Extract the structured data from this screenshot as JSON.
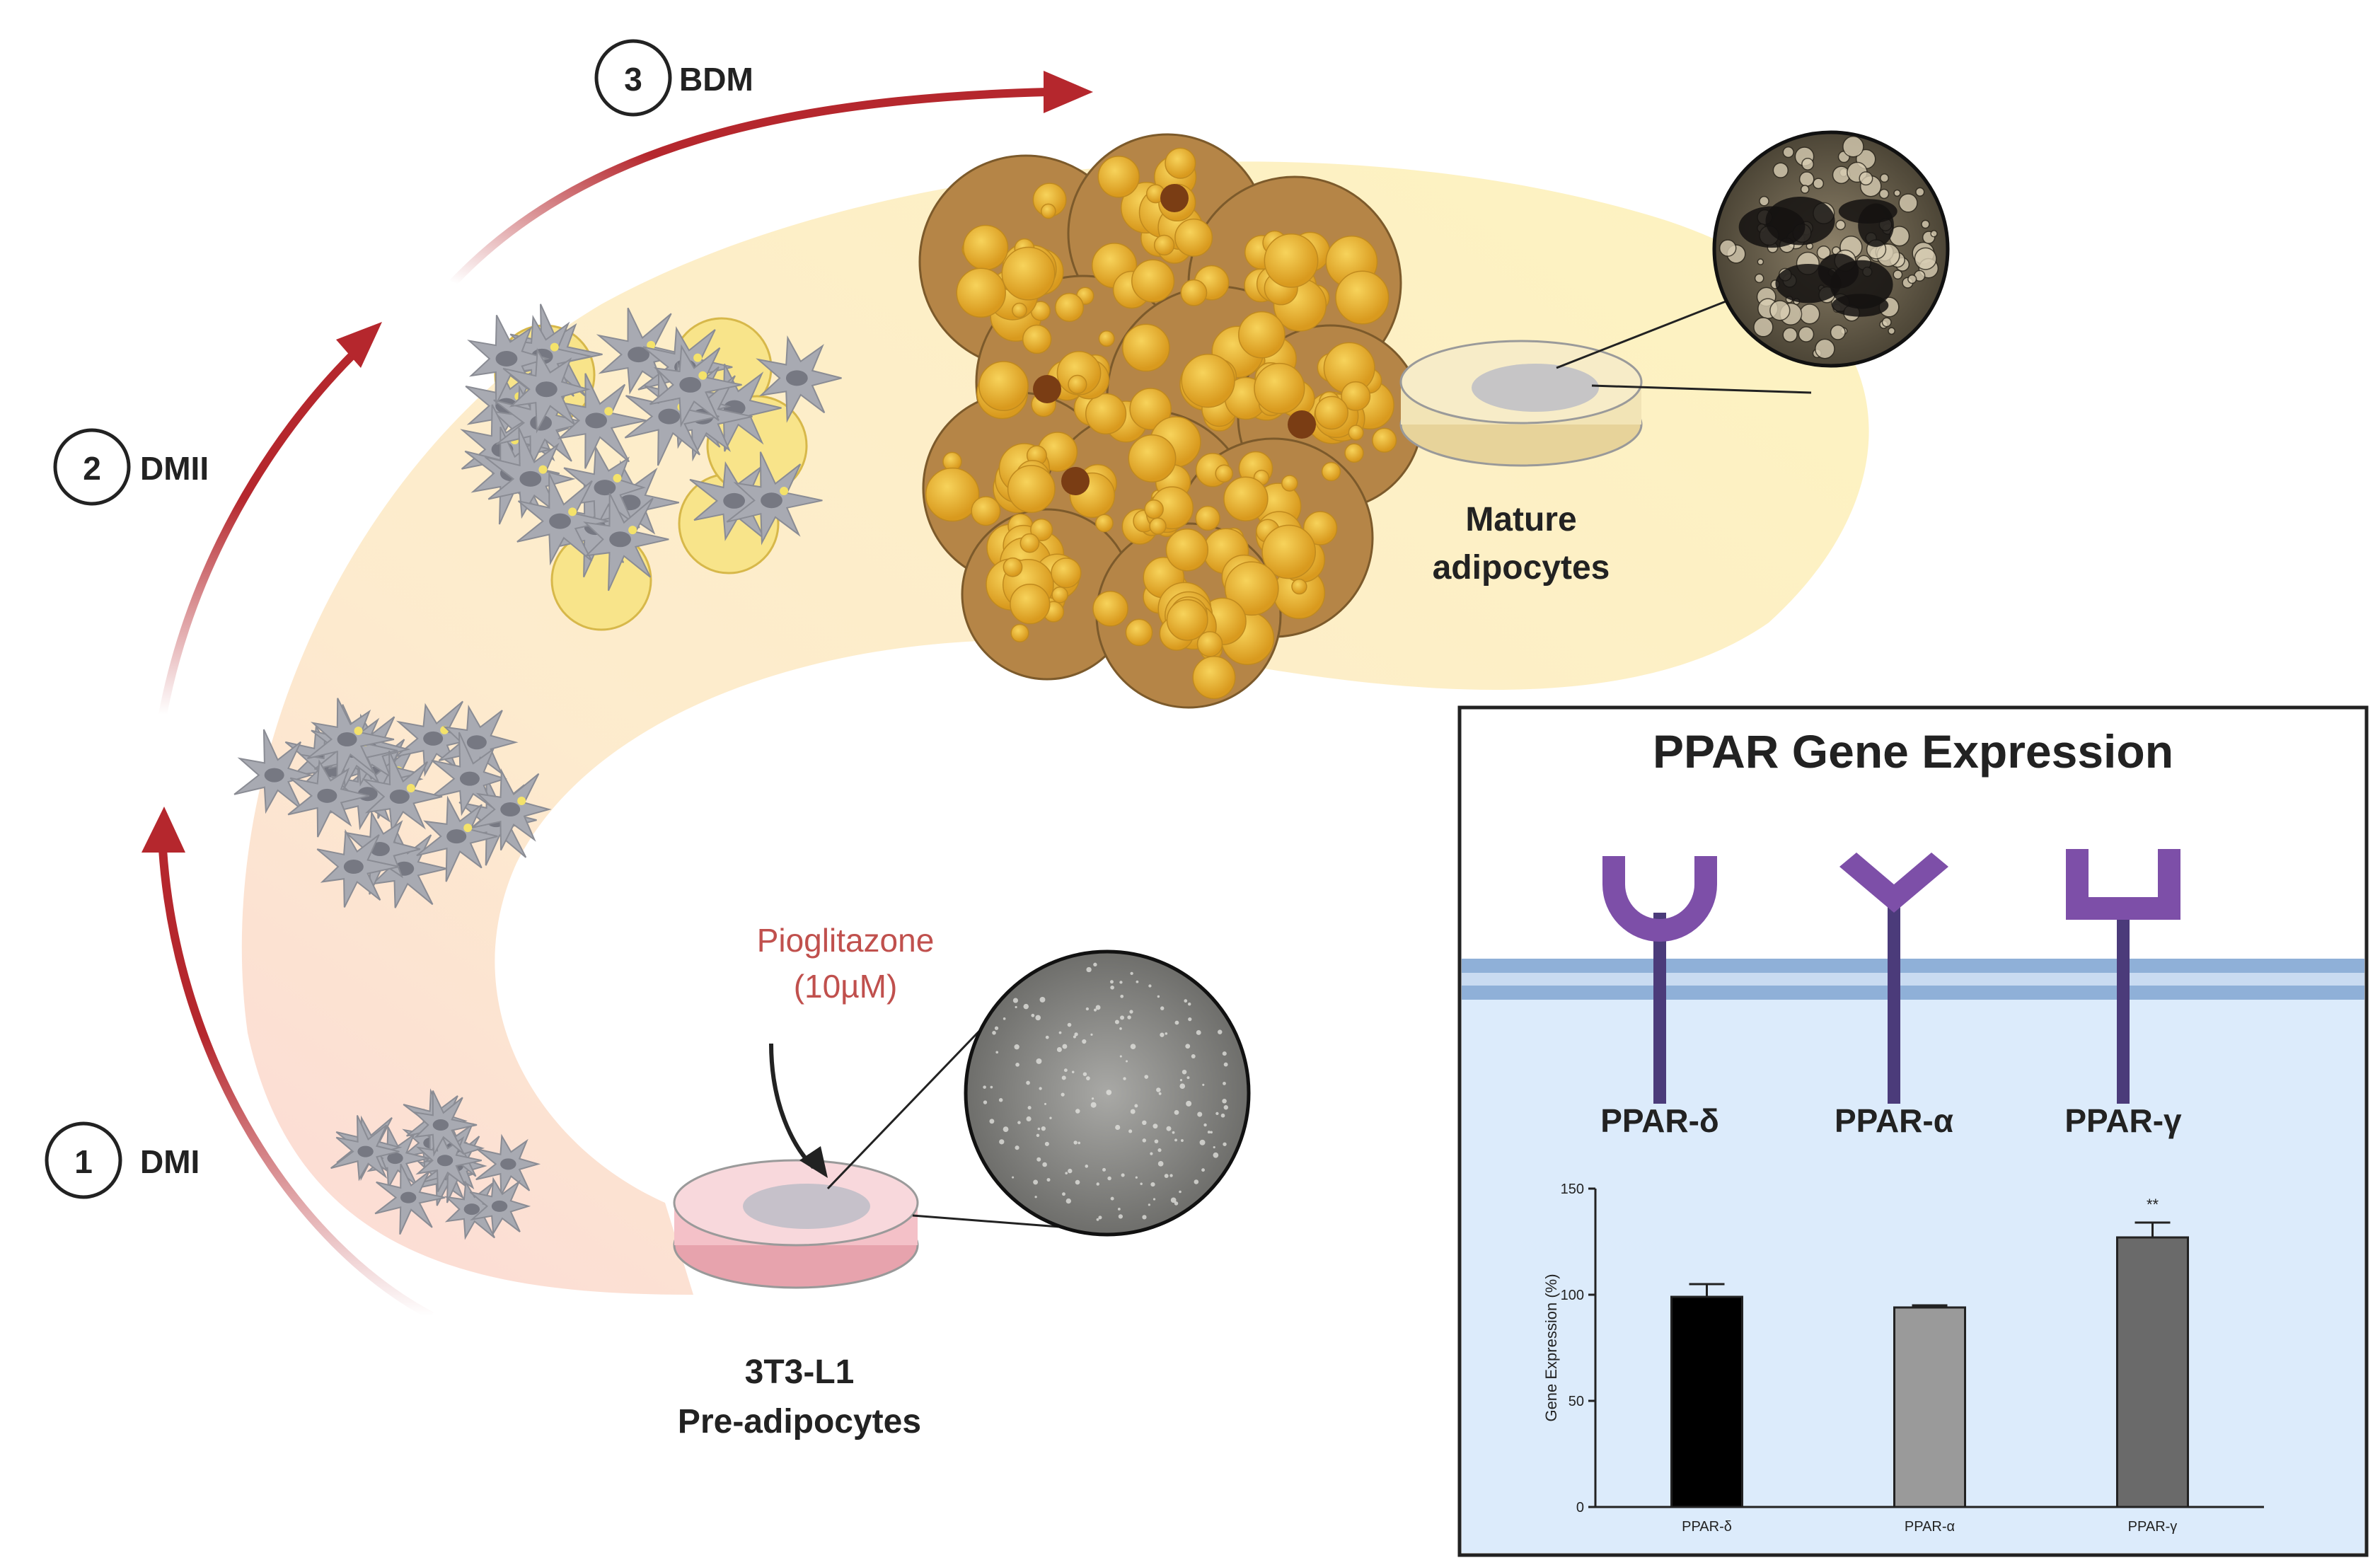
{
  "steps": [
    {
      "number": "1",
      "label": "DMI"
    },
    {
      "number": "2",
      "label": "DMII"
    },
    {
      "number": "3",
      "label": "BDM"
    }
  ],
  "treatment": {
    "line1": "Pioglitazone",
    "line2": "(10µM)"
  },
  "cell_labels": {
    "pre_line1": "3T3-L1",
    "pre_line2": "Pre-adipocytes",
    "mature_line1": "Mature",
    "mature_line2": "adipocytes"
  },
  "ppar_panel": {
    "title": "PPAR Gene Expression",
    "receptors": [
      "PPAR-δ",
      "PPAR-α",
      "PPAR-γ"
    ]
  },
  "colors": {
    "arrow": "#b5272d",
    "treatment_text": "#c0504d",
    "receptor": "#7d4fa8",
    "receptor_stem": "#4b3b7a",
    "membrane": "#8fb0d8",
    "cytoplasm": "#dcebfb",
    "fat": "#e6a92a",
    "cell_gray": "#a8aab2"
  },
  "chart_data": {
    "type": "bar",
    "categories": [
      "PPAR-δ",
      "PPAR-α",
      "PPAR-γ"
    ],
    "values": [
      99,
      94,
      127
    ],
    "errors": [
      6,
      1,
      7
    ],
    "bar_colors": [
      "#000000",
      "#9a9a9a",
      "#6a6a6a"
    ],
    "ylabel": "Gene Expression (%)",
    "yticks": [
      "0",
      "50",
      "100",
      "150"
    ],
    "ylim": [
      0,
      150
    ],
    "annotations": [
      "",
      "",
      "**"
    ]
  }
}
